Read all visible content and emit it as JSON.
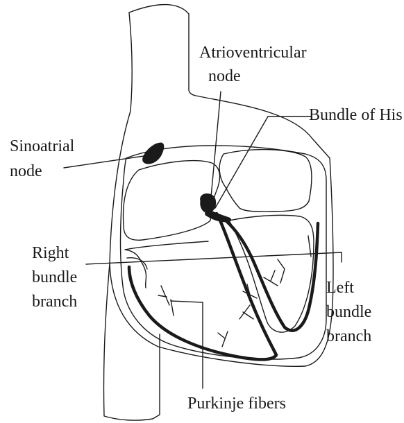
{
  "labels": {
    "av_node_line1": "Atrioventricular",
    "av_node_line2": "node",
    "bundle_of_his": "Bundle of His",
    "sa_node_line1": "Sinoatrial",
    "sa_node_line2": "node",
    "right_bundle_line1": "Right",
    "right_bundle_line2": "bundle",
    "right_bundle_line3": "branch",
    "left_bundle_line1": "Left",
    "left_bundle_line2": "bundle",
    "left_bundle_line3": "branch",
    "purkinje": "Purkinje fibers"
  },
  "colors": {
    "ink": "#1a1a1a",
    "background": "#ffffff"
  }
}
